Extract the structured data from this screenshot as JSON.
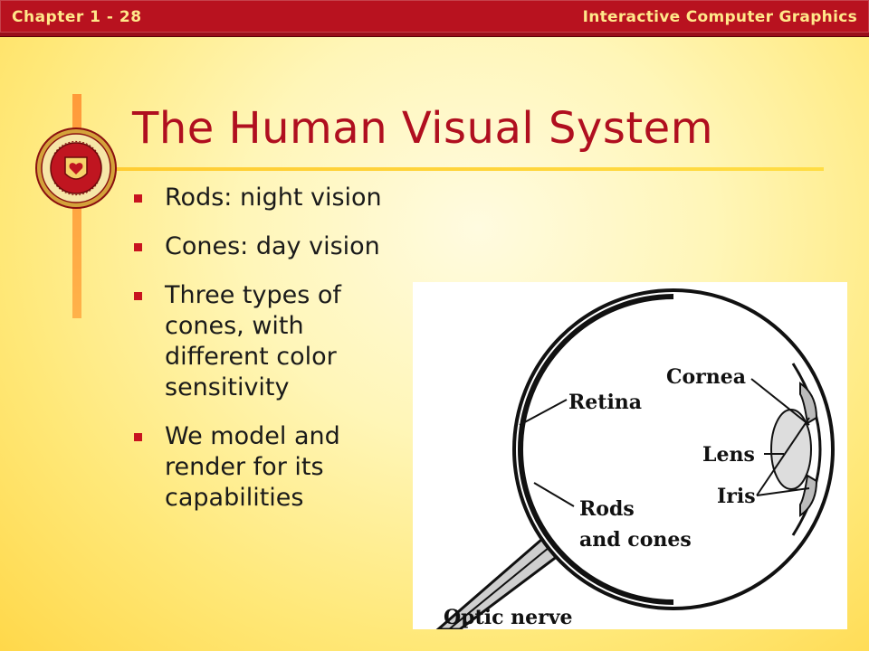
{
  "header": {
    "chapter": "Chapter 1 - 28",
    "course": "Interactive Computer Graphics"
  },
  "slide": {
    "title": "The Human Visual System",
    "bullets": [
      "Rods: night vision",
      "Cones: day vision",
      "Three types of cones, with different color sensitivity",
      "We model and render for its capabilities"
    ]
  },
  "figure": {
    "labels": {
      "cornea": "Cornea",
      "retina": "Retina",
      "lens": "Lens",
      "iris": "Iris",
      "rods_cones_line1": "Rods",
      "rods_cones_line2": "and cones",
      "optic_nerve": "Optic nerve"
    }
  },
  "colors": {
    "header_bg": "#b8121f",
    "header_text": "#ffe88a",
    "title": "#b00f1f",
    "bullet_marker": "#c8141f",
    "accent_bar": "#ffb24a"
  },
  "icons": {
    "bullet": "red-square",
    "logo": "university-seal"
  }
}
